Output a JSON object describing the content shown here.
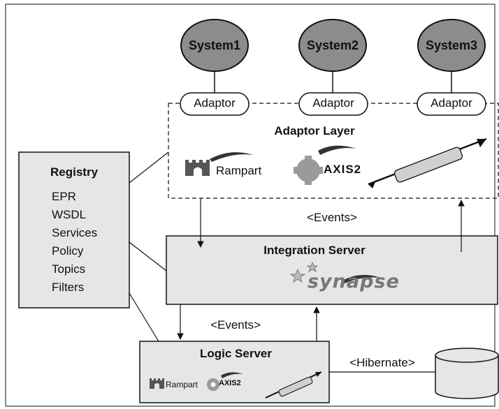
{
  "systems": [
    {
      "name": "System1",
      "adaptor": "Adaptor"
    },
    {
      "name": "System2",
      "adaptor": "Adaptor"
    },
    {
      "name": "System3",
      "adaptor": "Adaptor"
    }
  ],
  "adaptor_layer": {
    "title": "Adaptor Layer",
    "rampart_label": "Rampart",
    "axis_label": "AXIS2"
  },
  "registry": {
    "title": "Registry",
    "items": [
      "EPR",
      "WSDL",
      "Services",
      "Policy",
      "Topics",
      "Filters"
    ]
  },
  "integration_server": {
    "title": "Integration Server",
    "logo_label": "synapse"
  },
  "logic_server": {
    "title": "Logic Server",
    "rampart_label": "Rampart",
    "axis_label": "AXIS2"
  },
  "events_top": "<Events>",
  "events_bottom": "<Events>",
  "hibernate": "<Hibernate>",
  "colors": {
    "system_fill": "#8c8c8c",
    "box_fill": "#e6e6e6",
    "stroke": "#111111"
  }
}
